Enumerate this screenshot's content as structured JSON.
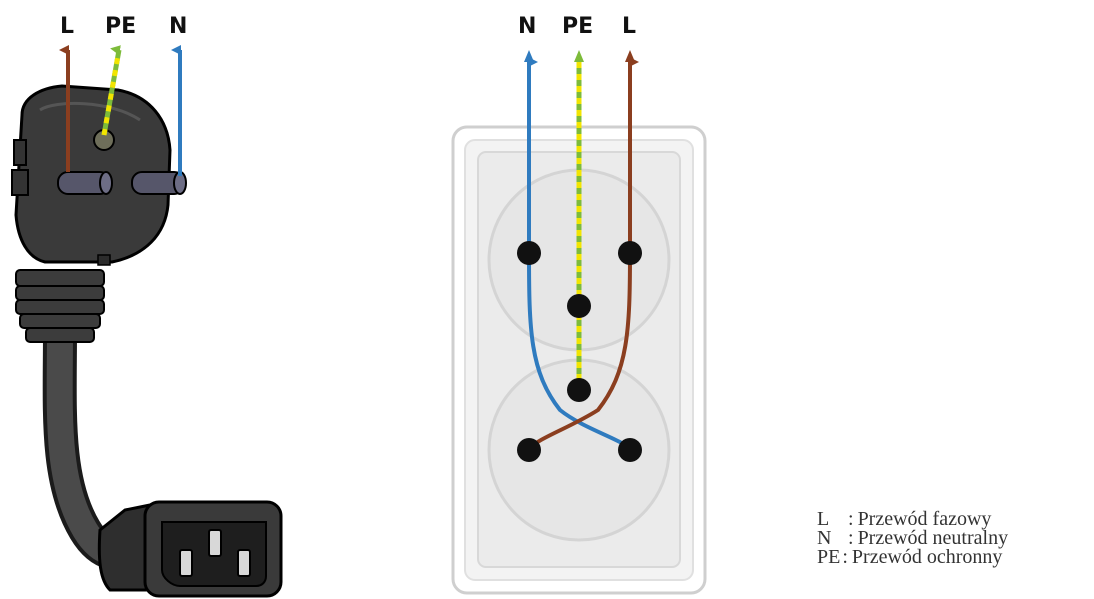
{
  "plug": {
    "labels": {
      "l": "L",
      "pe": "PE",
      "n": "N"
    }
  },
  "socket": {
    "labels": {
      "n": "N",
      "pe": "PE",
      "l": "L"
    }
  },
  "legend": {
    "separator": ":",
    "items": [
      {
        "code": "L",
        "text": "Przewód fazowy"
      },
      {
        "code": "N",
        "text": "Przewód neutralny"
      },
      {
        "code": "PE",
        "text": "Przewód ochronny"
      }
    ]
  },
  "colors": {
    "phase_wire": "#8B3E1F",
    "neutral_wire": "#2F7BBF",
    "earth_wire_green": "#7DBB3A",
    "earth_wire_yellow": "#F2E500",
    "plug_body": "#3A3A3A",
    "socket_frame": "#EDEDED",
    "socket_hole": "#111111"
  },
  "icons": {
    "plug": "schuko-plug-icon",
    "socket": "double-socket-icon"
  }
}
